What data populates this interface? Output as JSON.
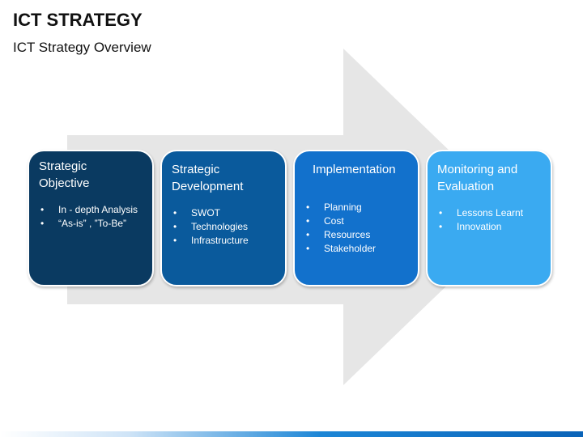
{
  "slide": {
    "title": "ICT STRATEGY",
    "subtitle": "ICT Strategy Overview"
  },
  "colors": {
    "arrow": "#e6e6e6",
    "stage_1": "#0a3a61",
    "stage_2": "#0a5a9c",
    "stage_3": "#1271cc",
    "stage_4": "#3aaaf1"
  },
  "stages": [
    {
      "title": "Strategic\nObjective",
      "items": [
        "In - depth Analysis",
        "“As-is” , ”To-Be”"
      ]
    },
    {
      "title": "Strategic\nDevelopment",
      "items": [
        "SWOT",
        "Technologies",
        "Infrastructure"
      ]
    },
    {
      "title": "Implementation",
      "items": [
        "Planning",
        "Cost",
        "Resources",
        "Stakeholder"
      ]
    },
    {
      "title": "Monitoring and\nEvaluation",
      "items": [
        "Lessons Learnt",
        "Innovation"
      ]
    }
  ]
}
